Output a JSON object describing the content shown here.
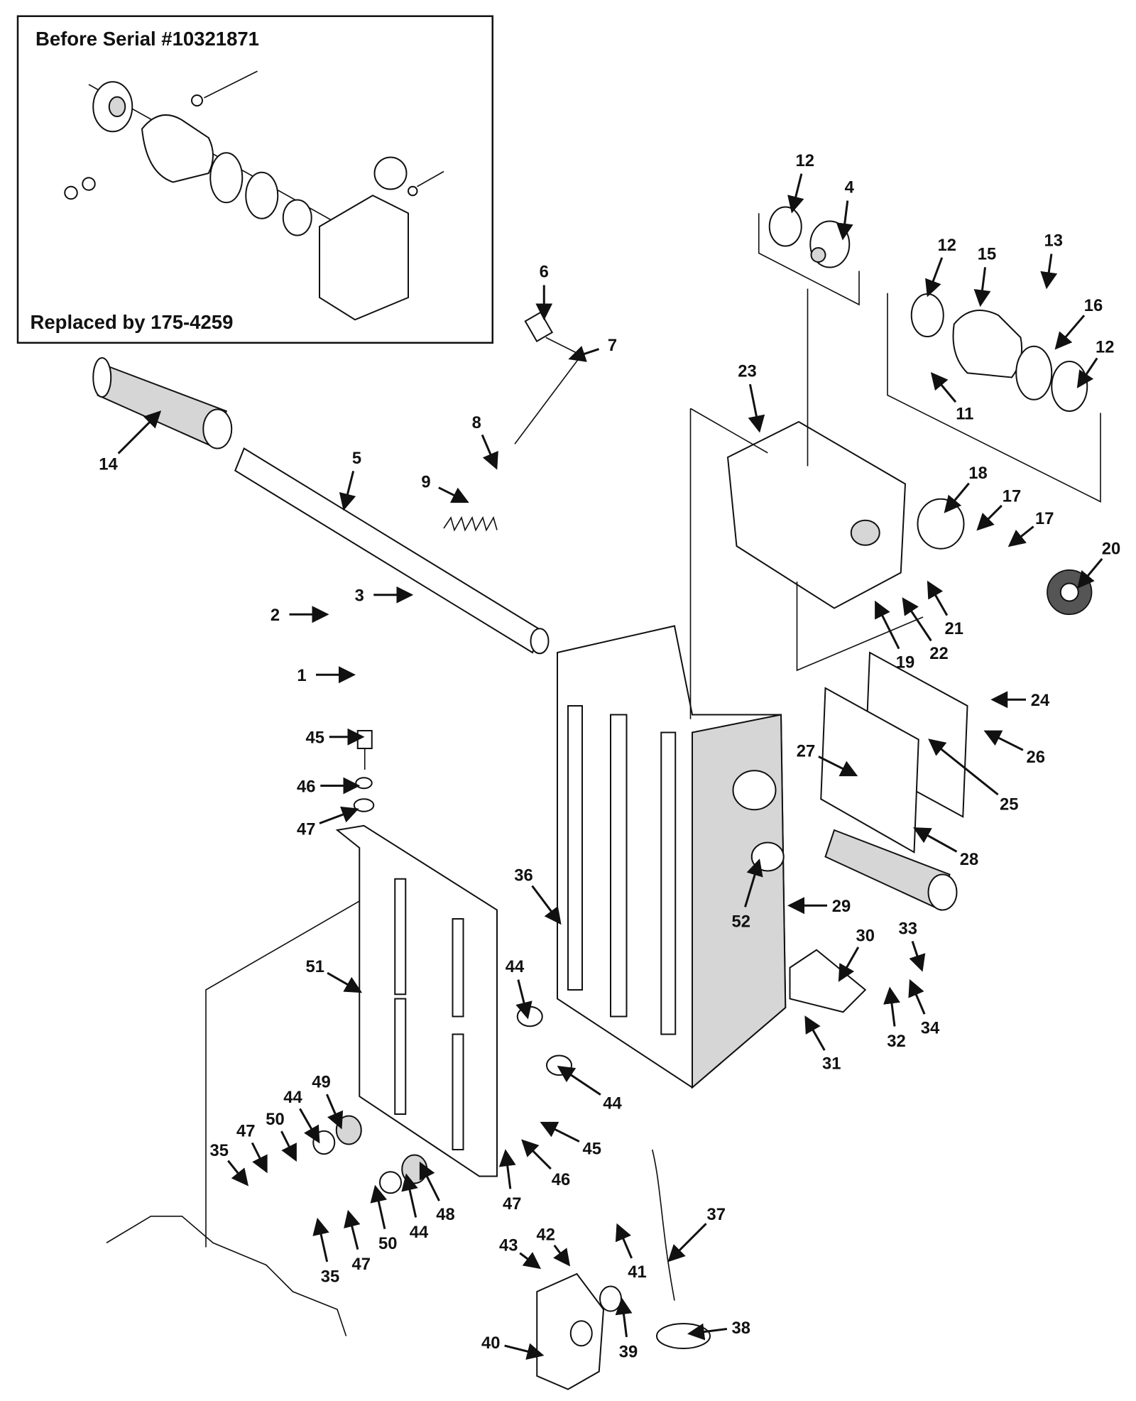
{
  "inset": {
    "title": "Before Serial #10321871",
    "note": "Replaced by 175-4259"
  },
  "callouts": [
    "12",
    "4",
    "12",
    "15",
    "13",
    "16",
    "12",
    "11",
    "23",
    "18",
    "17",
    "17",
    "20",
    "21",
    "22",
    "19",
    "6",
    "7",
    "8",
    "9",
    "5",
    "14",
    "3",
    "2",
    "1",
    "24",
    "26",
    "27",
    "25",
    "28",
    "45",
    "46",
    "47",
    "36",
    "52",
    "29",
    "30",
    "33",
    "51",
    "44",
    "34",
    "32",
    "31",
    "44",
    "49",
    "44",
    "47",
    "50",
    "35",
    "45",
    "46",
    "47",
    "48",
    "44",
    "50",
    "35",
    "47",
    "42",
    "43",
    "41",
    "37",
    "40",
    "39",
    "38"
  ]
}
